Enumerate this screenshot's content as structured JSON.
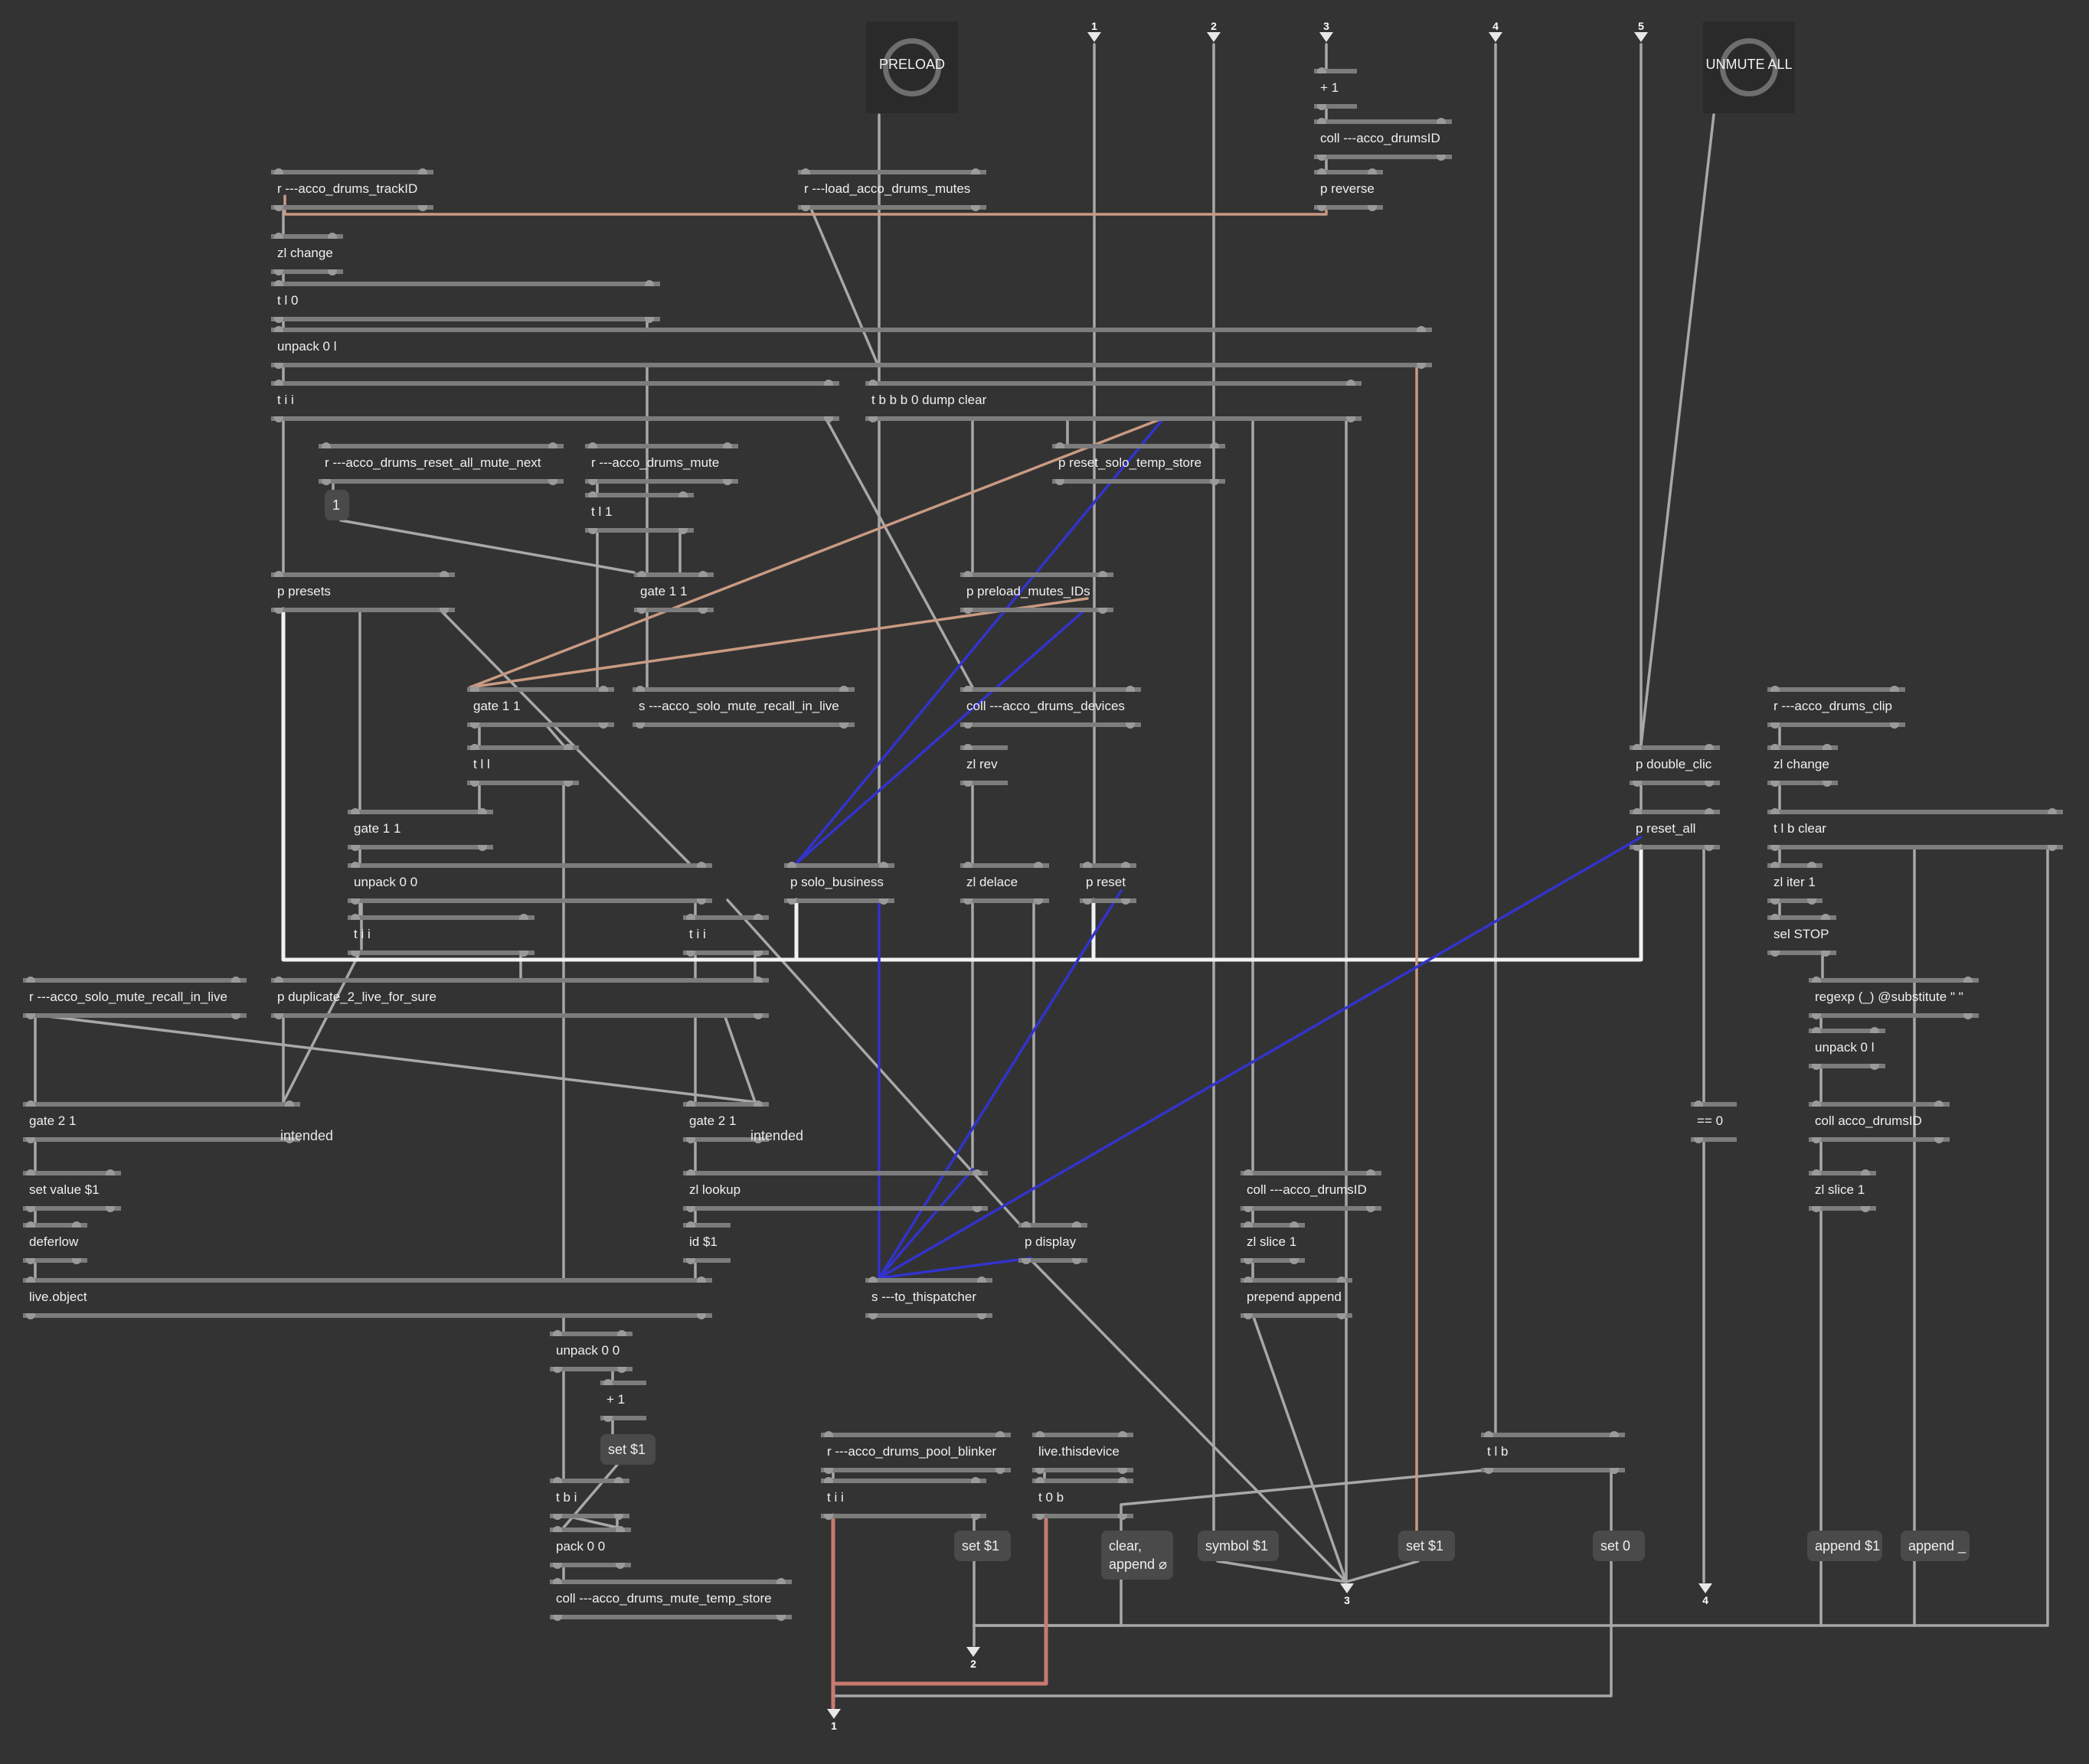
{
  "buttons": [
    {
      "label": "PRELOAD"
    },
    {
      "label": "UNMUTE ALL"
    }
  ],
  "inlets": [
    "1",
    "2",
    "3",
    "4",
    "5"
  ],
  "outlets": [
    "1",
    "2",
    "3",
    "4"
  ],
  "objects": [
    "r ---acco_drums_trackID",
    "r ---load_acco_drums_mutes",
    "+ 1",
    "coll ---acco_drumsID",
    "p reverse",
    "zl change",
    "t l 0",
    "unpack 0 l",
    "t i i",
    "t b b b 0 dump clear",
    "r ---acco_drums_reset_all_mute_next",
    "r ---acco_drums_mute",
    "t l 1",
    "p reset_solo_temp_store",
    "p presets",
    "gate 1 1",
    "p preload_mutes_IDs",
    "gate 1 1",
    "s ---acco_solo_mute_recall_in_live",
    "coll ---acco_drums_devices",
    "r ---acco_drums_clip",
    "t l l",
    "zl rev",
    "p double_clic",
    "zl change",
    "gate 1 1",
    "p reset_all",
    "t l b clear",
    "unpack 0 0",
    "p solo_business",
    "zl delace",
    "p reset",
    "zl iter 1",
    "t i i",
    "t i i",
    "sel STOP",
    "r ---acco_solo_mute_recall_in_live",
    "p duplicate_2_live_for_sure",
    "regexp (_) @substitute \" \"",
    "unpack 0 l",
    "gate 2 1",
    "gate 2 1",
    "== 0",
    "coll acco_drumsID",
    "set value $1",
    "zl lookup",
    "coll ---acco_drumsID",
    "zl slice 1",
    "deferlow",
    "id $1",
    "p display",
    "zl slice 1",
    "live.object",
    "s ---to_thispatcher",
    "prepend append",
    "unpack 0 0",
    "+ 1",
    "r ---acco_drums_pool_blinker",
    "live.thisdevice",
    "t l b",
    "t b i",
    "t i i",
    "t 0 b",
    "pack 0 0",
    "coll ---acco_drums_mute_temp_store"
  ],
  "messages": [
    "1",
    "set $1",
    "set $1",
    "clear,\nappend ⌀",
    "symbol $1",
    "set $1",
    "set 0",
    "append $1",
    "append _"
  ],
  "comments": [
    "intended",
    "intended"
  ],
  "colors": {
    "background": "#333333",
    "object_border": "#7c7c7c",
    "patch_cord": "#a8a8a8",
    "signal_cord_white": "#f2f2f2",
    "salmon_cord": "#c99a82",
    "blue_cord": "#3333cc",
    "red_cord": "#c87a70"
  }
}
